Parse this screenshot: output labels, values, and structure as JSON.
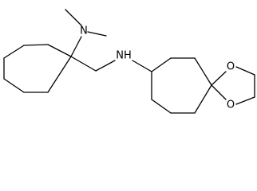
{
  "molecule": {
    "atom_labels": {
      "dimethylamino_n": "N",
      "amine_nh": "NH",
      "dioxolane_o_upper": "O",
      "dioxolane_o_lower": "O"
    },
    "colors": {
      "bond": "#000000",
      "label": "#000000",
      "background": "#ffffff"
    }
  }
}
